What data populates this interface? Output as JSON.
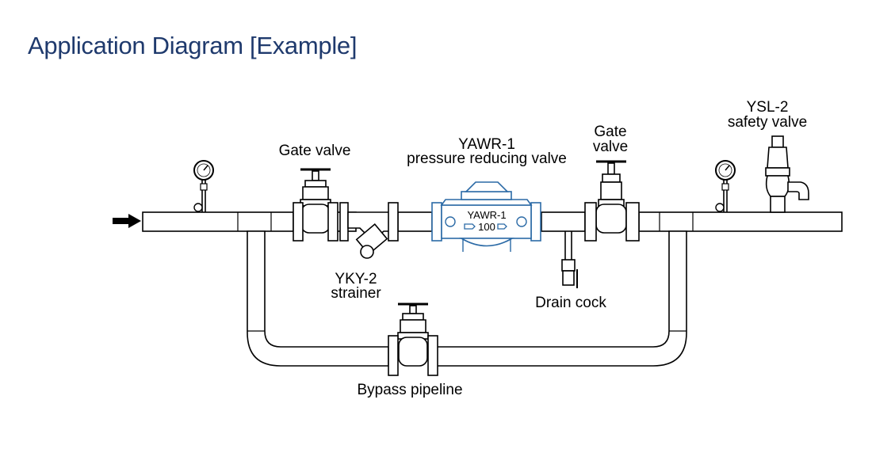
{
  "title": "Application Diagram [Example]",
  "colors": {
    "title": "#1f3a6d",
    "line": "#000000",
    "valve_accent": "#2b6aa6"
  },
  "labels": {
    "gate_valve_left": "Gate valve",
    "prv_model": "YAWR-1",
    "prv_name": "pressure reducing valve",
    "gate_valve_right_line1": "Gate",
    "gate_valve_right_line2": "valve",
    "safety_model": "YSL-2",
    "safety_name": "safety valve",
    "strainer_model": "YKY-2",
    "strainer_name": "strainer",
    "drain_cock": "Drain cock",
    "bypass": "Bypass pipeline"
  },
  "valve_body": {
    "model": "YAWR-1",
    "setting": "100"
  },
  "icons": {
    "inlet": "flow-arrow-icon",
    "gauges": "pressure-gauge-icon"
  }
}
